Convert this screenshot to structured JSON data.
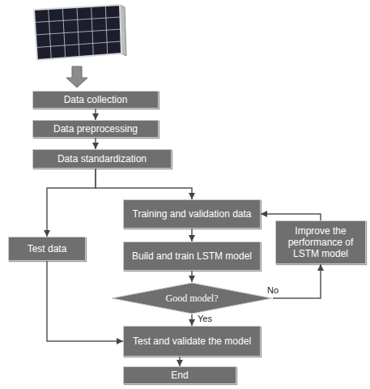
{
  "diagram": {
    "nodes": [
      {
        "text": [
          "Data collection"
        ]
      },
      {
        "text": [
          "Data preprocessing"
        ]
      },
      {
        "text": [
          "Data standardization"
        ]
      },
      {
        "text": [
          "Training and validation data"
        ]
      },
      {
        "text": [
          "Improve the performance of LSTM model"
        ]
      },
      {
        "text": [
          "Test data"
        ]
      },
      {
        "text": [
          "Build and train LSTM model"
        ]
      },
      {
        "text": [
          "Good model?"
        ]
      },
      {
        "text": [
          "Test and validate the model"
        ]
      },
      {
        "text": [
          "End"
        ]
      }
    ],
    "edges": [
      {
        "from": 0,
        "to": 1,
        "arrow": "to"
      },
      {
        "from": 1,
        "to": 2,
        "arrow": "to"
      },
      {
        "from": 2,
        "to": 3,
        "arrow": "to"
      },
      {
        "from": 2,
        "to": 5,
        "arrow": "to"
      },
      {
        "from": 3,
        "to": 6,
        "arrow": "to"
      },
      {
        "from": 6,
        "to": 7,
        "arrow": "to"
      },
      {
        "from": 7,
        "to": 4,
        "label": "No",
        "arrow": "to"
      },
      {
        "from": 4,
        "to": 3,
        "arrow": "to"
      },
      {
        "from": 7,
        "to": 8,
        "label": "Yes",
        "arrow": "to"
      },
      {
        "from": 5,
        "to": 8,
        "arrow": "to"
      },
      {
        "from": 8,
        "to": 9,
        "arrow": "to"
      }
    ]
  }
}
